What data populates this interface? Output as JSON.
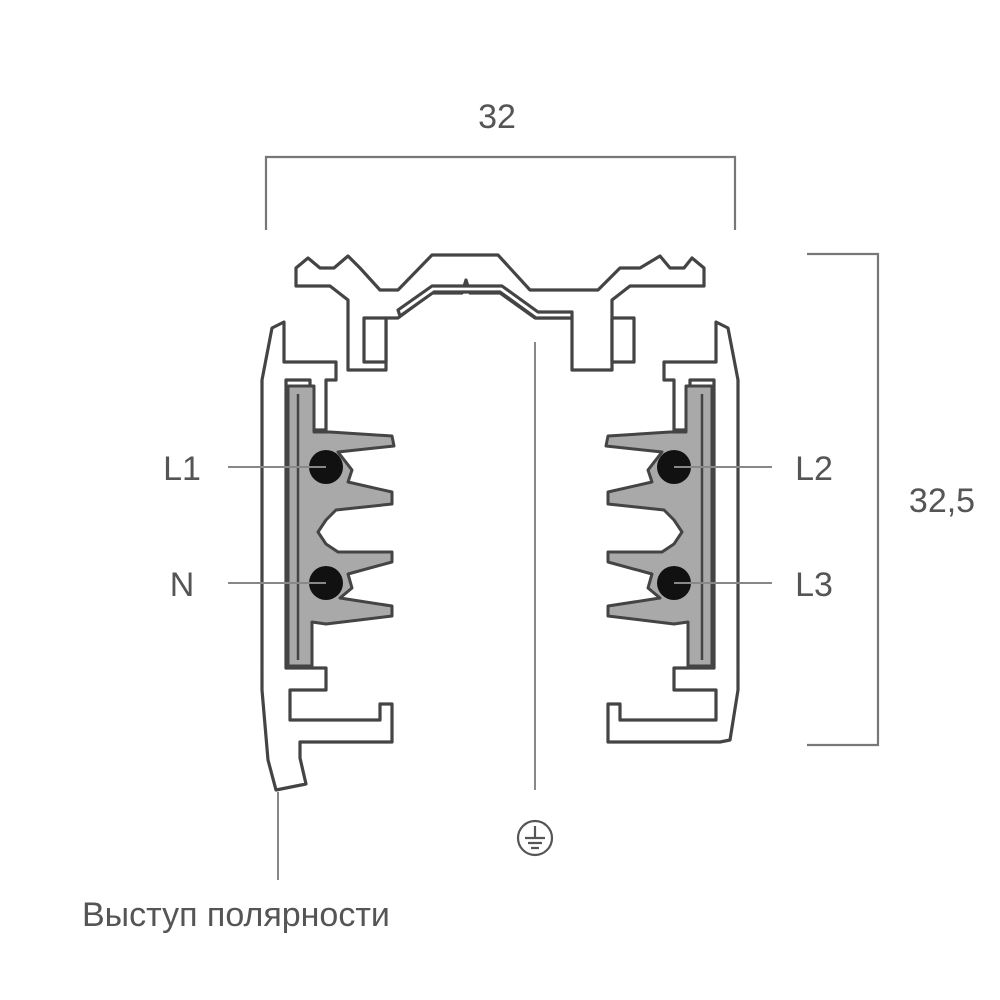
{
  "dimensions": {
    "width": "32",
    "height": "32,5"
  },
  "terminals": {
    "l1": "L1",
    "n": "N",
    "l2": "L2",
    "l3": "L3"
  },
  "polarity_label": "Выступ полярности",
  "icons": {
    "ground": "ground-icon"
  }
}
